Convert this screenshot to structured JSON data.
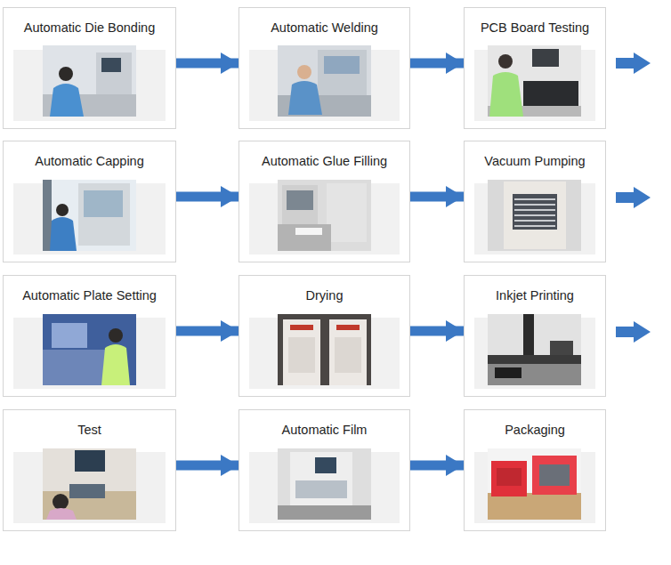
{
  "diagram": {
    "nodes": [
      {
        "text": [
          "Automatic Die Bonding"
        ]
      },
      {
        "text": [
          "Automatic Welding"
        ]
      },
      {
        "text": [
          "PCB Board Testing"
        ]
      },
      {
        "text": [
          "Automatic Capping"
        ]
      },
      {
        "text": [
          "Automatic Glue Filling"
        ]
      },
      {
        "text": [
          "Vacuum Pumping"
        ]
      },
      {
        "text": [
          "Automatic Plate Setting"
        ]
      },
      {
        "text": [
          "Drying"
        ]
      },
      {
        "text": [
          "Inkjet Printing"
        ]
      },
      {
        "text": [
          "Test"
        ]
      },
      {
        "text": [
          "Automatic Film"
        ]
      },
      {
        "text": [
          "Packaging"
        ]
      }
    ],
    "edges": [
      {
        "from": 0,
        "to": 1,
        "arrow": "to"
      },
      {
        "from": 1,
        "to": 2,
        "arrow": "to"
      },
      {
        "from": 3,
        "to": 4,
        "arrow": "to"
      },
      {
        "from": 4,
        "to": 5,
        "arrow": "to"
      },
      {
        "from": 6,
        "to": 7,
        "arrow": "to"
      },
      {
        "from": 7,
        "to": 8,
        "arrow": "to"
      },
      {
        "from": 9,
        "to": 10,
        "arrow": "to"
      },
      {
        "from": 10,
        "to": 11,
        "arrow": "to"
      }
    ]
  }
}
